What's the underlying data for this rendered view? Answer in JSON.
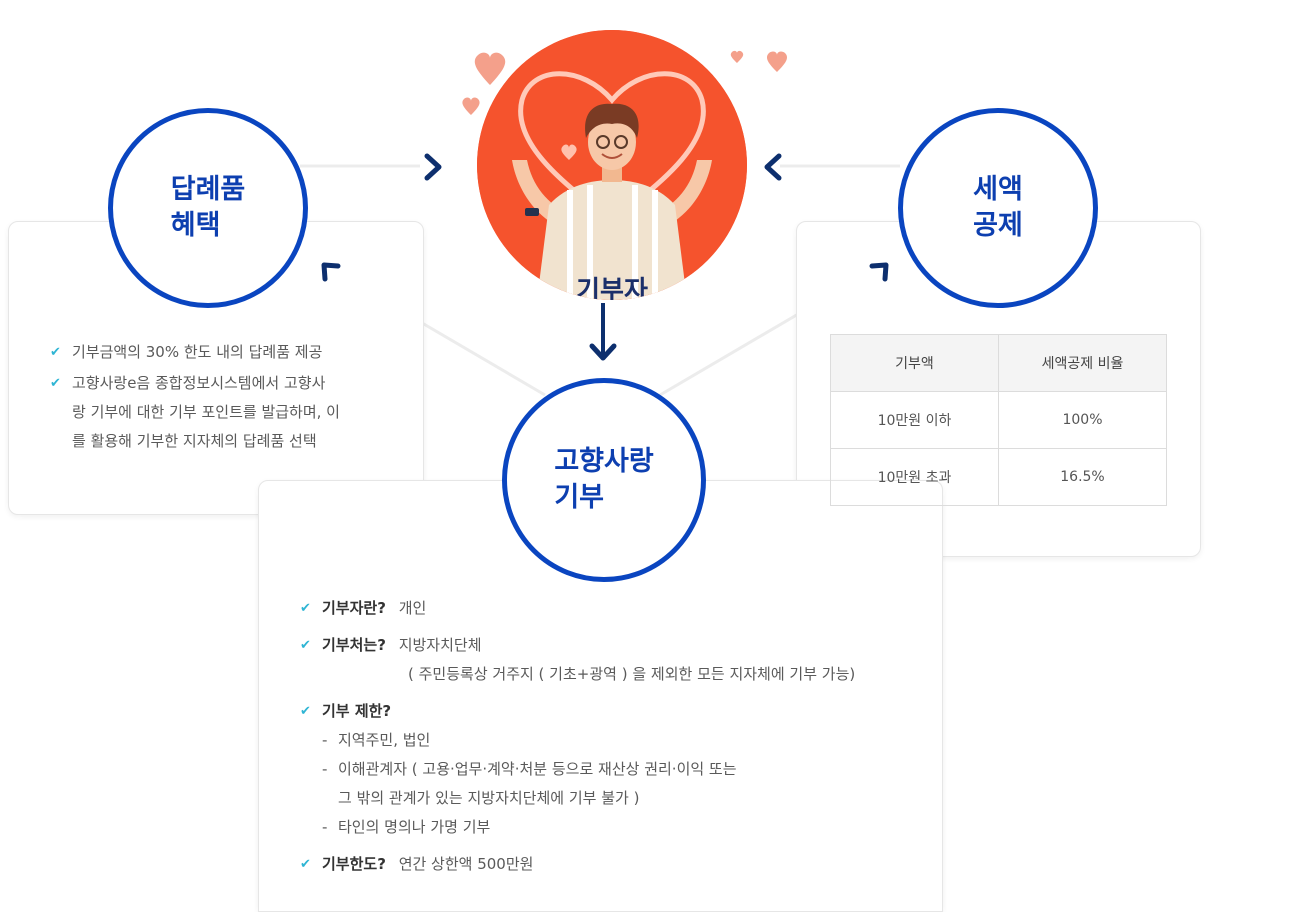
{
  "donor": {
    "label": "기부자"
  },
  "gift": {
    "title": "답례품\n혜택",
    "items": [
      "기부금액의 30% 한도 내의 답례품 제공",
      "고향사랑e음 종합정보시스템에서 고향사랑 기부에 대한 기부 포인트를 발급하며, 이를 활용해 기부한 지자체의 답례품 선택"
    ],
    "items_lines": [
      [
        "기부금액의 30% 한도 내의 답례품 제공"
      ],
      [
        "고향사랑e음 종합정보시스템에서 고향사",
        "랑 기부에 대한 기부 포인트를 발급하며, 이",
        "를 활용해 기부한 지자체의 답례품 선택"
      ]
    ]
  },
  "tax": {
    "title": "세액\n공제",
    "table": {
      "headers": [
        "기부액",
        "세액공제 비율"
      ],
      "rows": [
        [
          "10만원 이하",
          "100%"
        ],
        [
          "10만원 초과",
          "16.5%"
        ]
      ]
    }
  },
  "main": {
    "title": "고향사랑\n기부",
    "q1": {
      "q": "기부자란?",
      "a": "개인"
    },
    "q2": {
      "q": "기부처는?",
      "a": "지방자치단체",
      "detail": "( 주민등록상 거주지 ( 기초+광역 ) 을 제외한 모든 지자체에 기부 가능)"
    },
    "q3": {
      "q": "기부 제한?",
      "items": [
        "지역주민, 법인",
        "이해관계자 ( 고용·업무·계약·처분 등으로 재산상 권리·이익 또는",
        "그 밖의 관계가 있는 지방자치단체에 기부 불가 )",
        "타인의 명의나 가명 기부"
      ]
    },
    "q4": {
      "q": "기부한도?",
      "a": "연간 상한액 500만원"
    }
  },
  "icons": [
    "check-icon",
    "arrow-icon",
    "heart-icon"
  ],
  "colors": {
    "ring": "#0a45c0",
    "title": "#0d3fb0",
    "donor_bg": "#f5532d",
    "check": "#2fb5d4",
    "arrow": "#0d2f6e"
  }
}
